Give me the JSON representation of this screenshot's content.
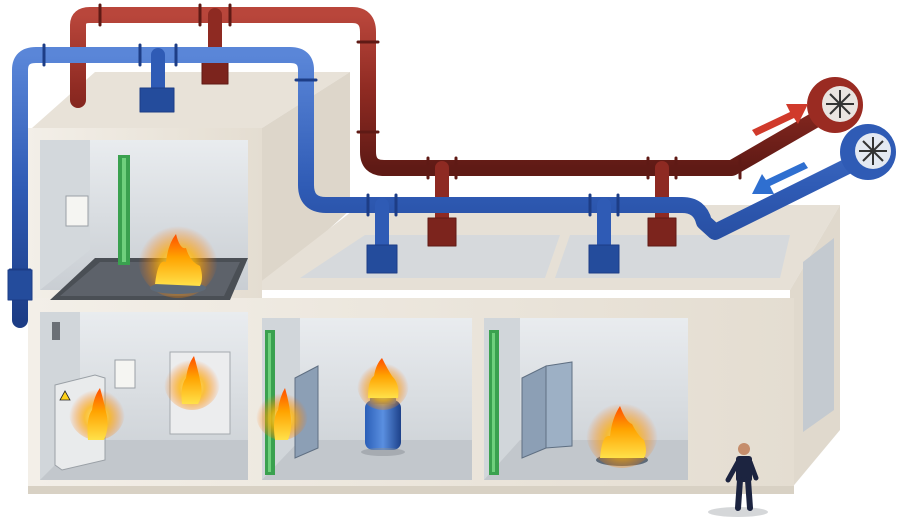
{
  "colors": {
    "supply_pipe": "#2f5bb5",
    "exhaust_pipe": "#8e2a22",
    "building_wall": "#f0ebe2",
    "room_interior": "#dde1e5",
    "fire_core": "#ffd21a",
    "fire_outer": "#ff6a00",
    "door_green": "#3aa14f",
    "arrow_red": "#d03a2b",
    "arrow_blue": "#2f6fd0",
    "person": "#1c2440"
  },
  "icons": {
    "warning_sign": "warning-triangle-icon",
    "fan": "fan-icon",
    "person": "person-icon"
  },
  "scene": {
    "fires": [
      {
        "room": "upper-left",
        "source": "pool-fire-tray"
      },
      {
        "room": "lower-left",
        "source": "electrical-cabinet"
      },
      {
        "room": "lower-left",
        "source": "storage-cabinet"
      },
      {
        "room": "lower-middle",
        "source": "door"
      },
      {
        "room": "lower-middle",
        "source": "gas-cylinder"
      },
      {
        "room": "lower-right",
        "source": "pool-fire-tray"
      }
    ],
    "fans": [
      {
        "type": "exhaust",
        "direction": "out"
      },
      {
        "type": "supply",
        "direction": "in"
      }
    ]
  }
}
